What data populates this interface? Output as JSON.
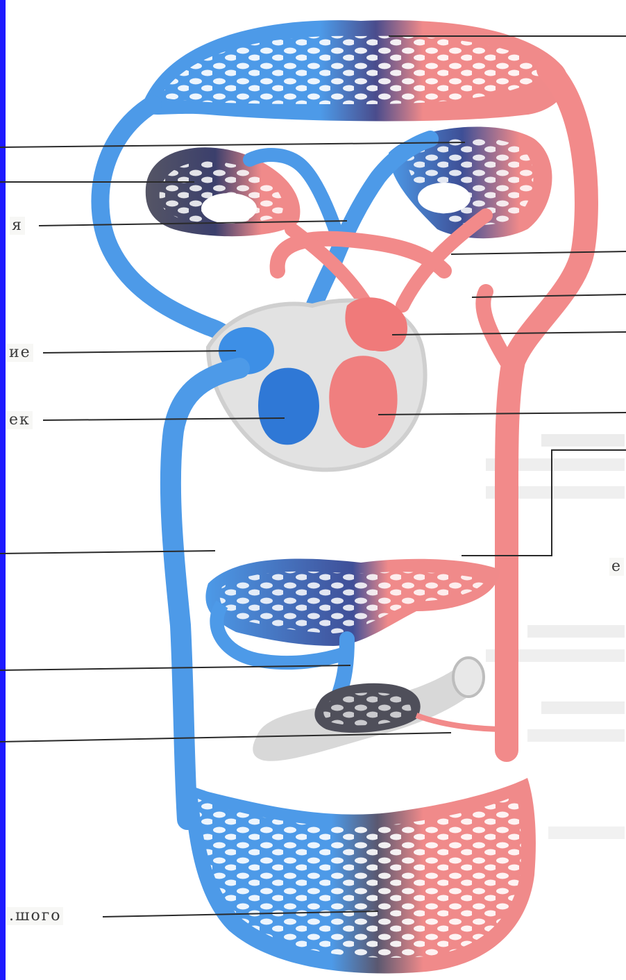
{
  "diagram": {
    "label_fragments": [
      {
        "id": "frag-ya",
        "text": "я"
      },
      {
        "id": "frag-ie",
        "text": "ие"
      },
      {
        "id": "frag-ek",
        "text": "ек"
      },
      {
        "id": "frag-e",
        "text": "е"
      },
      {
        "id": "frag-shogo",
        "text": ".шого"
      }
    ],
    "colors": {
      "venous_blue": "#4d9ae8",
      "venous_dark": "#2f6fd0",
      "arterial_red": "#f28a8a",
      "arterial_dark": "#e86f6f",
      "mixed_capillary": "#5c5a7a",
      "organ_gray": "#d8d8d8",
      "leader_line": "#2a2a2a",
      "left_edge_bar": "#1d1aff"
    }
  }
}
